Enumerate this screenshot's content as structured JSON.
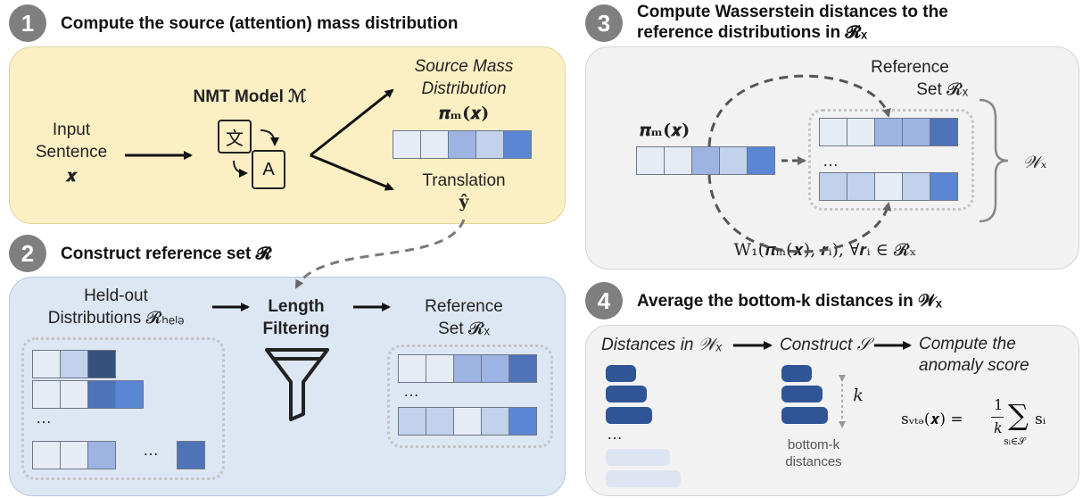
{
  "steps": [
    {
      "number": "1",
      "title": "Compute the source (attention) mass distribution"
    },
    {
      "number": "2",
      "title": "Construct reference set 𝓡"
    },
    {
      "number": "3",
      "title_line1": "Compute Wasserstein distances to the",
      "title_line2": "reference distributions in 𝓡ₓ"
    },
    {
      "number": "4",
      "title": "Average the bottom-k distances in 𝒲ₓ"
    }
  ],
  "panel1": {
    "input_line1": "Input",
    "input_line2": "Sentence",
    "input_var": "𝒙",
    "model_label": "NMT Model ℳ",
    "icon_glyph_a": "文",
    "icon_glyph_b": "A",
    "source_line1": "Source Mass",
    "source_line2": "Distribution",
    "source_var": "𝝅ₘ(𝒙)",
    "translation_label": "Translation",
    "translation_var": "ŷ"
  },
  "panel2": {
    "heldout_line1": "Held-out",
    "heldout_line2": "Distributions 𝓡ₕₑₗₔ",
    "filter_line1": "Length",
    "filter_line2": "Filtering",
    "ref_line1": "Reference",
    "ref_line2": "Set 𝓡ₓ",
    "ellipsis": "…"
  },
  "panel3": {
    "ref_line1": "Reference",
    "ref_line2": "Set 𝓡ₓ",
    "source_var": "𝝅ₘ(𝒙)",
    "w_label": "𝒲ₓ",
    "formula": "W₁(𝝅ₘ(𝒙), 𝒓ᵢ), ∀𝒓ᵢ ∈ 𝓡ₓ",
    "ellipsis": "…"
  },
  "panel4": {
    "distances_label": "Distances in 𝒲ₓ",
    "construct_label": "Construct 𝒮",
    "compute_line1": "Compute the",
    "compute_line2": "anomaly score",
    "k_label": "k",
    "bottomk_line1": "bottom-k",
    "bottomk_line2": "distances",
    "score_lhs": "sᵥₜₔ(𝒙) =",
    "score_frac_num": "1",
    "score_frac_den": "k",
    "score_sum": "∑",
    "score_sub": "sᵢ∈𝒮",
    "score_term": "sᵢ",
    "ellipsis": "…"
  },
  "colors": {
    "panel1_bg": "#fcefc4",
    "panel2_bg": "#dde7f3",
    "panel34_bg": "#f2f2f2",
    "circle": "#7f7f7f",
    "dark_blue": "#2f5597"
  }
}
